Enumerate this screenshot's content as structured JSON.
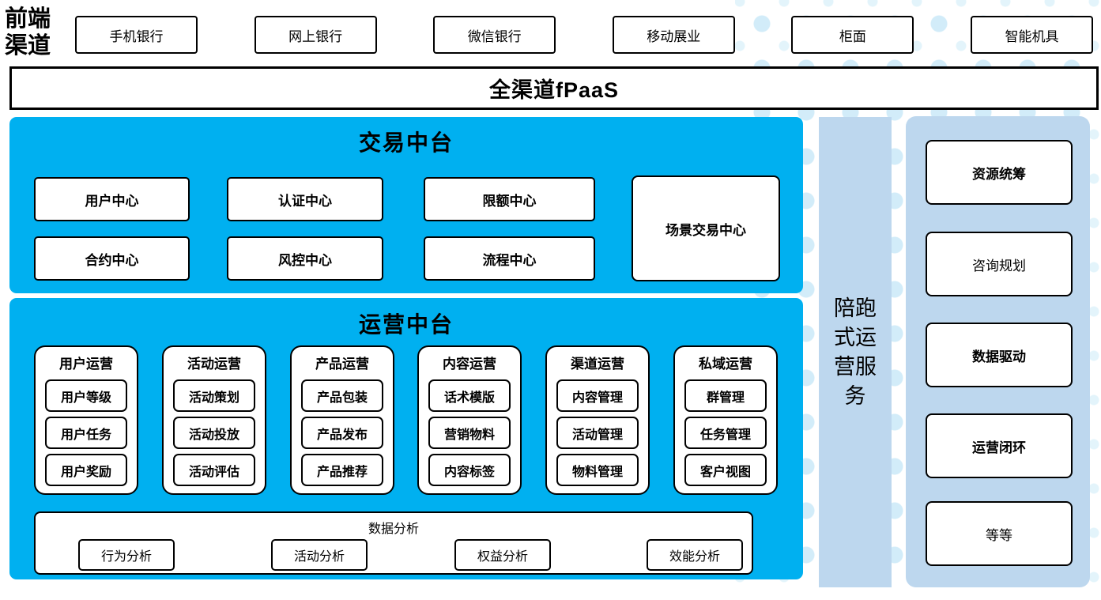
{
  "colors": {
    "primary_blue": "#00B0F0",
    "light_blue": "#BDD7EE",
    "dot_blue_1": "#D2ECF9",
    "dot_blue_2": "#E3F4FB",
    "line": "#000000",
    "box_bg": "#FFFFFF"
  },
  "front_channels": {
    "label": "前端渠道",
    "items": [
      "手机银行",
      "网上银行",
      "微信银行",
      "移动展业",
      "柜面",
      "智能机具"
    ]
  },
  "fpaas": {
    "label": "全渠道fPaaS"
  },
  "transaction": {
    "title": "交易中台",
    "row1": [
      "用户中心",
      "认证中心",
      "限额中心"
    ],
    "row2": [
      "合约中心",
      "风控中心",
      "流程中心"
    ],
    "tall": "场景交易中心"
  },
  "operation": {
    "title": "运营中台",
    "groups": [
      {
        "title": "用户运营",
        "items": [
          "用户等级",
          "用户任务",
          "用户奖励"
        ]
      },
      {
        "title": "活动运营",
        "items": [
          "活动策划",
          "活动投放",
          "活动评估"
        ]
      },
      {
        "title": "产品运营",
        "items": [
          "产品包装",
          "产品发布",
          "产品推荐"
        ]
      },
      {
        "title": "内容运营",
        "items": [
          "话术模版",
          "营销物料",
          "内容标签"
        ]
      },
      {
        "title": "渠道运营",
        "items": [
          "内容管理",
          "活动管理",
          "物料管理"
        ]
      },
      {
        "title": "私域运营",
        "items": [
          "群管理",
          "任务管理",
          "客户视图"
        ]
      }
    ],
    "analysis": {
      "title": "数据分析",
      "items": [
        "行为分析",
        "活动分析",
        "权益分析",
        "效能分析"
      ]
    }
  },
  "side_service": {
    "label": "陪跑式运营服务"
  },
  "right_panel": {
    "items": [
      {
        "label": "资源统筹",
        "bold": true
      },
      {
        "label": "咨询规划",
        "bold": false
      },
      {
        "label": "数据驱动",
        "bold": true
      },
      {
        "label": "运营闭环",
        "bold": true
      },
      {
        "label": "等等",
        "bold": false
      }
    ]
  }
}
